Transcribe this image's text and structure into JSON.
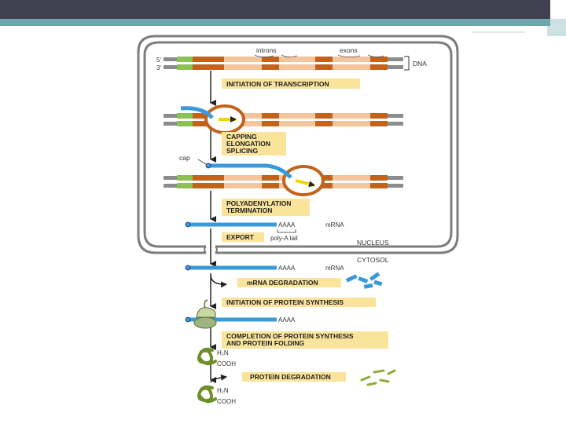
{
  "labels": {
    "five_prime": "5'",
    "three_prime": "3'",
    "introns": "introns",
    "exons": "exons",
    "dna": "DNA",
    "cap": "cap",
    "aaaa": "AAAA",
    "mrna": "mRNA",
    "poly_a_tail": "poly-A tail",
    "nucleus": "NUCLEUS",
    "cytosol": "CYTOSOL",
    "h2n": "H₂N",
    "cooh": "COOH"
  },
  "steps": {
    "initiation_transcription": "INITIATION OF TRANSCRIPTION",
    "capping": "CAPPING",
    "elongation": "ELONGATION",
    "splicing": "SPLICING",
    "polyadenylation": "POLYADENYLATION",
    "termination": "TERMINATION",
    "export": "EXPORT",
    "mrna_degradation": "mRNA DEGRADATION",
    "initiation_protein": "INITIATION OF PROTEIN SYNTHESIS",
    "completion_line1": "COMPLETION OF PROTEIN SYNTHESIS",
    "completion_line2": "AND PROTEIN FOLDING",
    "protein_degradation": "PROTEIN DEGRADATION"
  },
  "colors": {
    "exon": "#c2621b",
    "intron": "#f4c49c",
    "promoter": "#8cc152",
    "dna_grey": "#8c8c8c",
    "rna_blue": "#3a9ad9",
    "label_box": "#fae39a",
    "polymerase": "#e8a05a",
    "protein_green": "#8cae3c",
    "membrane": "#7d7d7d",
    "topbar": "#3f4050",
    "accent": "#6fa6ad"
  }
}
